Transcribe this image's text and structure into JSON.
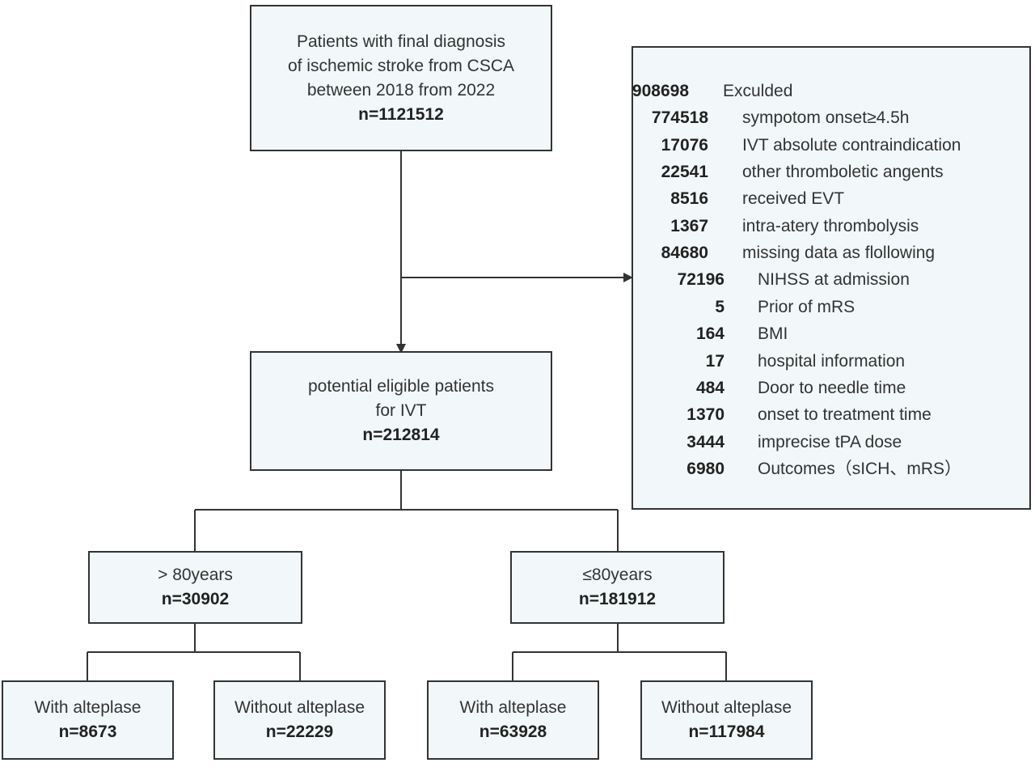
{
  "top_box": {
    "lines": [
      "Patients with final diagnosis",
      "of ischemic stroke from CSCA",
      "between 2018 from 2022"
    ],
    "n": "n=1121512"
  },
  "eligible_box": {
    "lines": [
      "potential eligible patients",
      "for IVT"
    ],
    "n": "n=212814"
  },
  "age_over_80": {
    "label": "> 80years",
    "n": "n=30902"
  },
  "age_80_or_under": {
    "label": "≤80years",
    "n": "n=181912"
  },
  "over_80_with": {
    "label": "With alteplase",
    "n": "n=8673"
  },
  "over_80_without": {
    "label": "Without alteplase",
    "n": "n=22229"
  },
  "under_80_with": {
    "label": "With alteplase",
    "n": "n=63928"
  },
  "under_80_without": {
    "label": "Without alteplase",
    "n": "n=117984"
  },
  "excluded": [
    {
      "count": "908698",
      "label": "Exculded",
      "level": 0
    },
    {
      "count": "774518",
      "label": "sympotom onset≥4.5h",
      "level": 1
    },
    {
      "count": "17076",
      "label": "IVT absolute contraindication",
      "level": 1
    },
    {
      "count": "22541",
      "label": "other thromboletic angents",
      "level": 1
    },
    {
      "count": "8516",
      "label": "received EVT",
      "level": 1
    },
    {
      "count": "1367",
      "label": "intra-atery  thrombolysis",
      "level": 1
    },
    {
      "count": "84680",
      "label": "missing data  as flollowing",
      "level": 1
    },
    {
      "count": "72196",
      "label": "NIHSS at admission",
      "level": 2
    },
    {
      "count": "5",
      "label": "Prior of mRS",
      "level": 2
    },
    {
      "count": "164",
      "label": "BMI",
      "level": 2
    },
    {
      "count": "17",
      "label": "hospital information",
      "level": 2
    },
    {
      "count": "484",
      "label": "Door to needle time",
      "level": 2
    },
    {
      "count": "1370",
      "label": "onset to treatment time",
      "level": 2
    },
    {
      "count": "3444",
      "label": "imprecise tPA dose",
      "level": 2
    },
    {
      "count": "6980",
      "label": "Outcomes（sICH、mRS）",
      "level": 2
    }
  ],
  "colors": {
    "box_fill": "#f2f8f9",
    "border": "#333333",
    "text": "#333333"
  }
}
